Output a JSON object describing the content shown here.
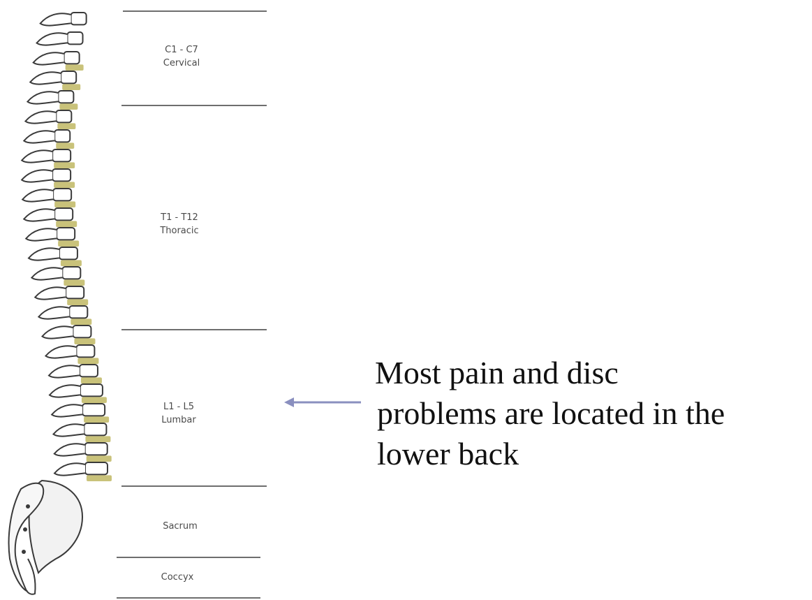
{
  "regions": [
    {
      "code": "C1 - C7",
      "name": "Cervical"
    },
    {
      "code": "T1 - T12",
      "name": "Thoracic"
    },
    {
      "code": "L1 - L5",
      "name": "Lumbar"
    },
    {
      "name": "Sacrum"
    },
    {
      "name": "Coccyx"
    }
  ],
  "note": {
    "line1": "Most pain and disc",
    "line2": "problems are located in the",
    "line3": "lower back"
  },
  "colors": {
    "bone_outline": "#3a3a3a",
    "disc_fill": "#c9c27a",
    "divider": "#6e6e6e",
    "arrow": "#8a8fbf"
  },
  "icons": {
    "spine": "spine-illustration",
    "arrow": "left-arrow-icon"
  }
}
